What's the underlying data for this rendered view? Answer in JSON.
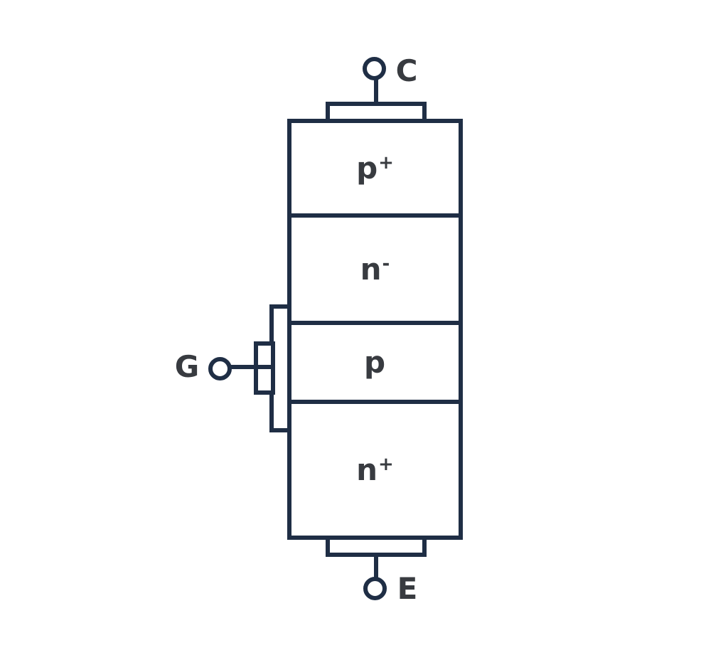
{
  "diagram": {
    "terminals": {
      "collector": {
        "label": "C"
      },
      "gate": {
        "label": "G"
      },
      "emitter": {
        "label": "E"
      }
    },
    "layers": [
      {
        "id": "p-plus",
        "base": "p",
        "sup": "+"
      },
      {
        "id": "n-minus",
        "base": "n",
        "sup": "-"
      },
      {
        "id": "p-body",
        "base": "p",
        "sup": ""
      },
      {
        "id": "n-plus",
        "base": "n",
        "sup": "+"
      }
    ],
    "colors": {
      "line": "#1f2e45",
      "label": "#383b40",
      "background": "#ffffff"
    }
  }
}
